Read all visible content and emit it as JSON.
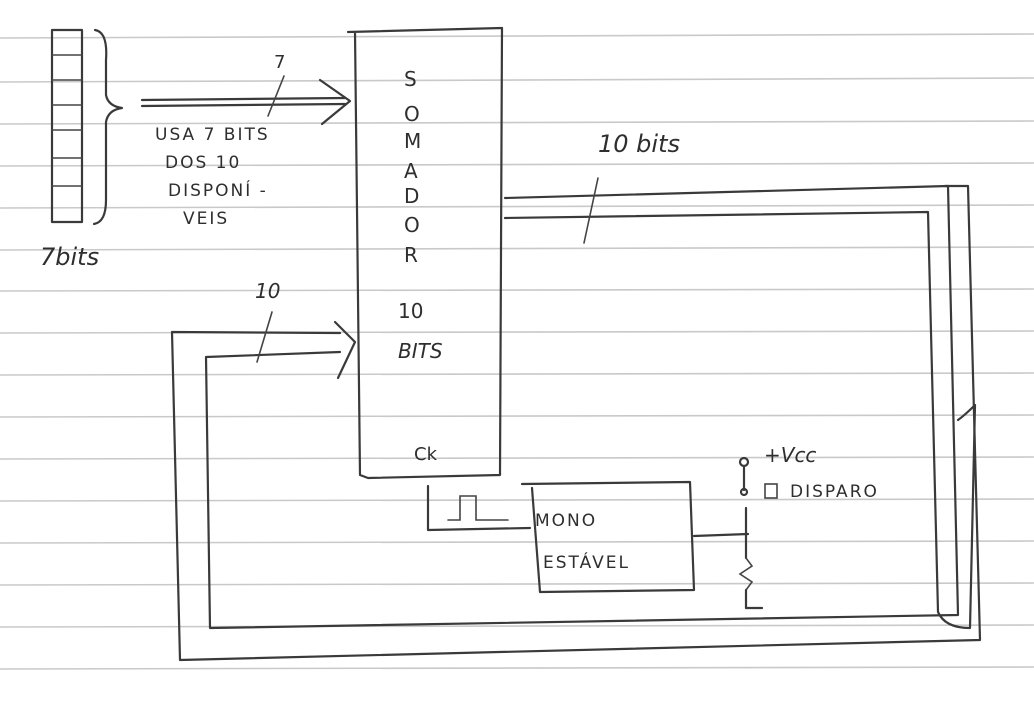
{
  "register": {
    "label": "7bits"
  },
  "input_bus": {
    "width_label": "7",
    "note_lines": [
      "USA 7 BITS",
      "DOS 10",
      "DISPONÍ -",
      "VEIS"
    ]
  },
  "adder": {
    "name_letters": [
      "S",
      "O",
      "M",
      "A",
      "D",
      "O",
      "R"
    ],
    "bits_lines": [
      "10",
      "BITS"
    ],
    "clock_label": "Ck"
  },
  "output_bus": {
    "width_label": "10 bits"
  },
  "feedback_bus": {
    "width_label": "10"
  },
  "monostable": {
    "lines": [
      "MONO",
      "ESTÁVEL"
    ]
  },
  "trigger": {
    "supply_label": "+Vcc",
    "switch_label": "DISPARO"
  }
}
